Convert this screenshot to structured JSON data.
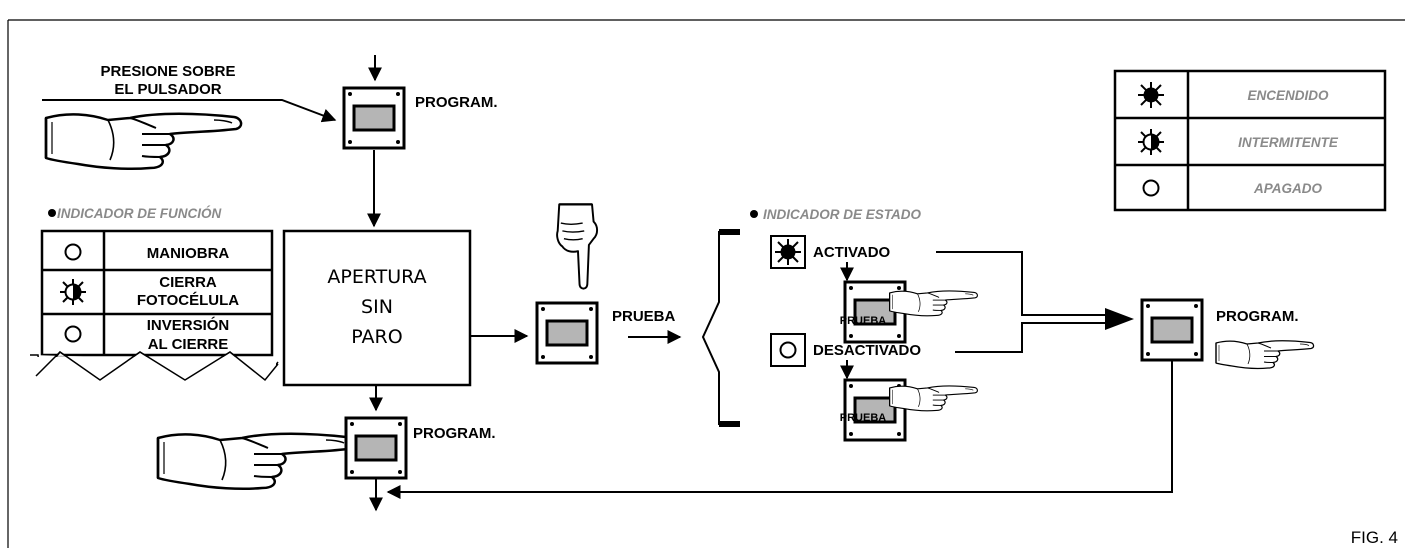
{
  "labels": {
    "press_line1": "PRESIONE SOBRE",
    "press_line2": "EL PULSADOR",
    "program": "PROGRAM.",
    "prueba": "PRUEBA",
    "apertura1": "APERTURA",
    "apertura2": "SIN",
    "apertura3": "PARO",
    "activado": "ACTIVADO",
    "desactivado": "DESACTIVADO",
    "fig": "FIG. 4"
  },
  "function_indicator": {
    "title": "INDICADOR DE FUNCIÓN",
    "rows": [
      {
        "icon": "off",
        "lines": [
          "MANIOBRA"
        ]
      },
      {
        "icon": "blink",
        "lines": [
          "CIERRA",
          "FOTOCÉLULA"
        ]
      },
      {
        "icon": "off",
        "lines": [
          "INVERSIÓN",
          "AL CIERRE"
        ]
      }
    ]
  },
  "state_indicator": {
    "title": "INDICADOR DE ESTADO"
  },
  "legend": [
    {
      "icon": "on",
      "label": "ENCENDIDO"
    },
    {
      "icon": "blink",
      "label": "INTERMITENTE"
    },
    {
      "icon": "off",
      "label": "APAGADO"
    }
  ],
  "colors": {
    "line": "#000000",
    "button_face": "#b5b5b5",
    "legend_text": "#8a8a8a"
  }
}
